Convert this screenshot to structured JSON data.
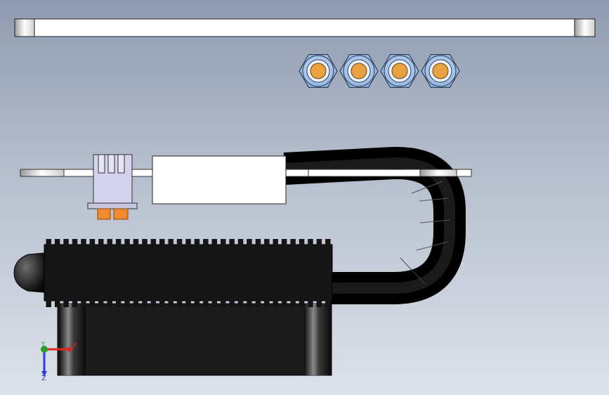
{
  "viewport": {
    "background_top": "#8e9bb0",
    "background_bottom": "#dde2ea"
  },
  "parts": {
    "top_rail": "rail-bar",
    "hex_nuts": {
      "count": 4,
      "face_color": "#a9c8ee",
      "core_color": "#e9a23f"
    },
    "mid_rail": "rail-bar",
    "connector_housing": {
      "body_color": "#d4d2ec",
      "pin_color": "#f08a2c"
    },
    "label_panel": "blank-panel",
    "cable": {
      "color": "#0b0b0b"
    },
    "heatsink_motor": {
      "fin_count": 33,
      "color": "#151515"
    },
    "base_block": {
      "color": "#1a1a1a"
    }
  },
  "triad": {
    "x_label": "X",
    "y_label": "Y",
    "z_label": "Z",
    "x_color": "#e0231c",
    "y_color": "#27a02d",
    "z_color": "#2b3fd6"
  }
}
